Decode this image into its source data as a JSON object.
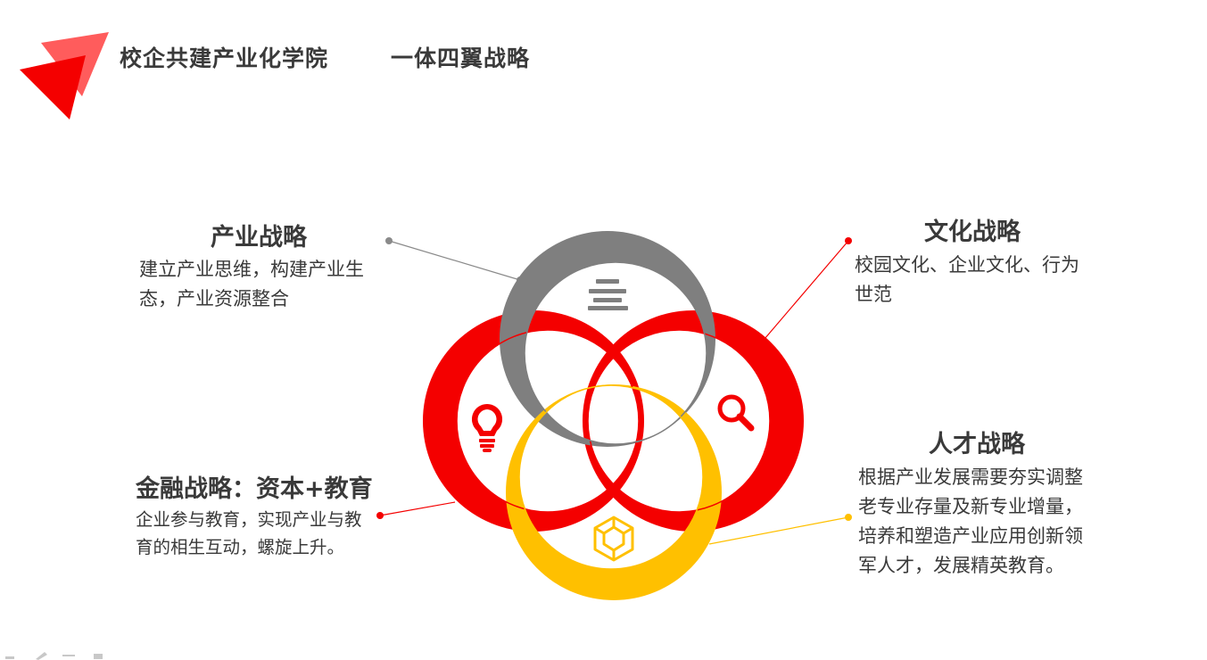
{
  "header": {
    "title_left": "校企共建产业化学院",
    "title_right": "一体四翼战略",
    "logo_icon": "red-paper-plane-arrows-icon"
  },
  "colors": {
    "red": "#f40000",
    "gray": "#7f7f7f",
    "yellow": "#ffc000",
    "text": "#3a3a3a"
  },
  "blocks": {
    "industry": {
      "title": "产业战略",
      "text_line1": "建立产业思维，构建产业生",
      "text_line2": "态，产业资源整合",
      "icon": "stack-lines-icon",
      "color": "gray"
    },
    "culture": {
      "title": "文化战略",
      "text_line1": "校园文化、企业文化、行为",
      "text_line2": "世范",
      "icon": "magnifier-icon",
      "color": "red"
    },
    "finance": {
      "title": "金融战略：资本+教育",
      "text_line1": "企业参与教育，实现产业与教",
      "text_line2": "育的相生互动，螺旋上升。",
      "icon": "lightbulb-icon",
      "color": "red"
    },
    "talent": {
      "title": "人才战略",
      "text_line1": "根据产业发展需要夯实调整",
      "text_line2": "老专业存量及新专业增量，",
      "text_line3": "培养和塑造产业应用创新领",
      "text_line4": "军人才，发展精英教育。",
      "icon": "cube-frame-icon",
      "color": "yellow"
    }
  }
}
